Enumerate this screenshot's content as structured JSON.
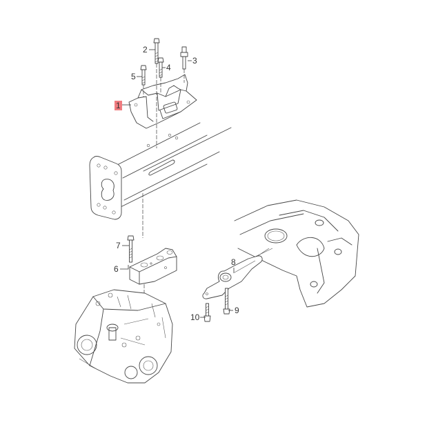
{
  "diagram": {
    "type": "exploded-parts-diagram",
    "subject": "Gearbox / transmission mounting assembly",
    "highlight_color": "#f07c80",
    "line_color": "#444444",
    "background": "#ffffff"
  },
  "callouts": [
    {
      "id": "1",
      "label": "1",
      "part": "gearbox mount bracket (upper)",
      "highlighted": true
    },
    {
      "id": "2",
      "label": "2",
      "part": "bolt"
    },
    {
      "id": "3",
      "label": "3",
      "part": "stud bolt"
    },
    {
      "id": "4",
      "label": "4",
      "part": "bolt"
    },
    {
      "id": "5",
      "label": "5",
      "part": "bolt"
    },
    {
      "id": "6",
      "label": "6",
      "part": "gearbox support bracket"
    },
    {
      "id": "7",
      "label": "7",
      "part": "bolt"
    },
    {
      "id": "8",
      "label": "8",
      "part": "pendulum support / torque rod"
    },
    {
      "id": "9",
      "label": "9",
      "part": "bolt"
    },
    {
      "id": "10",
      "label": "10",
      "part": "bolt"
    }
  ]
}
